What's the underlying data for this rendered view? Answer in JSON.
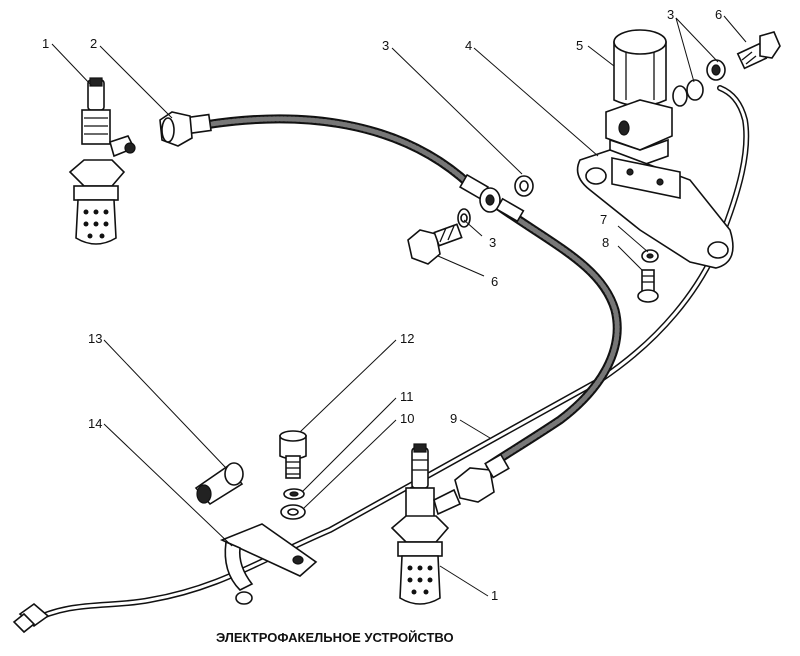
{
  "caption": "ЭЛЕКТРОФАКЕЛЬНОЕ УСТРОЙСТВО",
  "callouts": [
    {
      "id": "c1a",
      "text": "1"
    },
    {
      "id": "c2",
      "text": "2"
    },
    {
      "id": "c3a",
      "text": "3"
    },
    {
      "id": "c4",
      "text": "4"
    },
    {
      "id": "c5",
      "text": "5"
    },
    {
      "id": "c3b",
      "text": "3"
    },
    {
      "id": "c6a",
      "text": "6"
    },
    {
      "id": "c3c",
      "text": "3"
    },
    {
      "id": "c6b",
      "text": "6"
    },
    {
      "id": "c7",
      "text": "7"
    },
    {
      "id": "c8",
      "text": "8"
    },
    {
      "id": "c13",
      "text": "13"
    },
    {
      "id": "c12",
      "text": "12"
    },
    {
      "id": "c11",
      "text": "11"
    },
    {
      "id": "c10",
      "text": "10"
    },
    {
      "id": "c9",
      "text": "9"
    },
    {
      "id": "c14",
      "text": "14"
    },
    {
      "id": "c1b",
      "text": "1"
    }
  ]
}
